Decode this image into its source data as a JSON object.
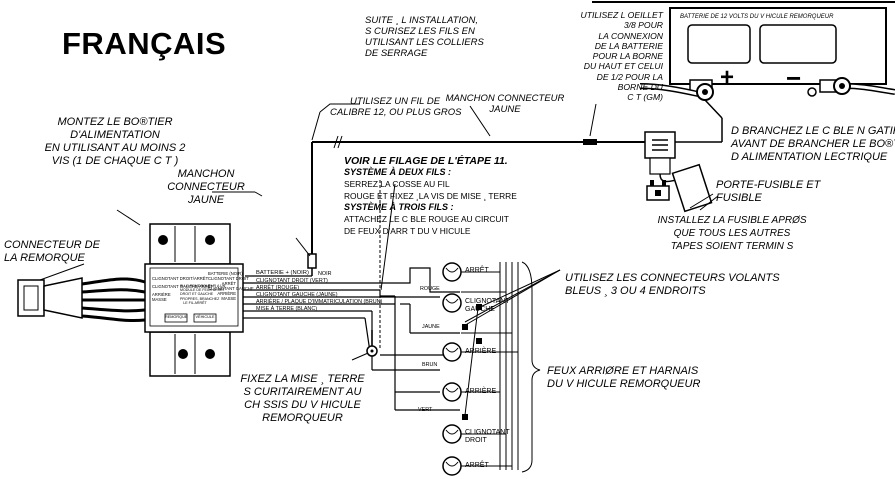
{
  "title": "FRANÇAIS",
  "mount_box": [
    "MONTEZ LE BO®TIER",
    "D'ALIMENTATION",
    "EN UTILISANT AU MOINS 2",
    "VIS (1 DE CHAQUE C T )"
  ],
  "trailer_connector": [
    "CONNECTEUR DE",
    "LA REMORQUE"
  ],
  "yellow_sleeve_left": [
    "MANCHON",
    "CONNECTEUR",
    "JAUNE"
  ],
  "wire_gauge": [
    "UTILISEZ UN FIL DE",
    "CALIBRE 12, OU PLUS GROS"
  ],
  "yellow_sleeve_top": [
    "MANCHON CONNECTEUR",
    "JAUNE"
  ],
  "secure_wires": [
    "SUITE ¸ L INSTALLATION,",
    "S CURISEZ LES FILS EN",
    "UTILISANT LES COLLIERS",
    "DE SERRAGE"
  ],
  "eyelet": [
    "UTILISEZ L OEILLET",
    "3/8 POUR",
    "LA CONNEXION",
    "DE LA BATTERIE",
    "POUR LA BORNE",
    "DU HAUT ET CELUI",
    "DE 1/2  POUR LA",
    "BORNE DU",
    "C T (GM)"
  ],
  "battery_label": "BATTERIE DE 12 VOLTS DU V HICULE REMORQUEUR",
  "battery_plus": "+",
  "battery_minus": "−",
  "disconnect_neg": [
    "D BRANCHEZ LE C BLE N GATIF (-)",
    "AVANT DE BRANCHER LE BO®TIER",
    "D ALIMENTATION  LECTRIQUE"
  ],
  "fuse_holder": [
    "PORTE-FUSIBLE ET",
    "FUSIBLE"
  ],
  "install_fuse": [
    "INSTALLEZ LA FUSIBLE APRØS",
    "QUE TOUS LES AUTRES",
    "TAPES SOIENT TERMIN S"
  ],
  "step11": {
    "heading": "VOIR LE FILAGE DE L'ÉTAPE 11.",
    "two_wire_title": "SYSTÈME À DEUX FILS :",
    "two_wire": [
      "SERREZ LA COSSE AU FIL",
      "ROUGE ET FIXEZ ¸LA VIS DE MISE ¸ TERRE"
    ],
    "three_wire_title": "SYSTÈME À TROIS FILS :",
    "three_wire": [
      "ATTACHEZ LE C BLE ROUGE AU CIRCUIT",
      "DE FEUX D'ARR T DU V HICULE"
    ]
  },
  "blue_connectors": [
    "UTILISEZ LES CONNECTEURS VOLANTS",
    "BLEUS ¸ 3 OU 4 ENDROITS"
  ],
  "rear_lights": [
    "FEUX ARRIØRE ET HARNAIS",
    "DU V HICULE REMORQUEUR"
  ],
  "ground": [
    "FIXEZ LA MISE ¸ TERRE",
    "S CURITAIREMENT AU",
    "CH SSIS DU V HICULE",
    "REMORQUEUR"
  ],
  "wire_labels": {
    "battery": "BATTERIE + (NOIR)",
    "noir": "NOIR",
    "right_turn": "CLIGNOTANT DROIT (VERT)",
    "stop": "ARRÊT (ROUGE)",
    "left_turn": "CLIGNOTANT GAUCHE (JAUNE)",
    "tail": "ARRIÈRE / PLAQUE D'IMMATRICULATION (BRUN)",
    "ground": "MISE À TERRE (BLANC)",
    "rouge": "ROUGE",
    "jaune": "JAUNE",
    "brun": "BRUN",
    "vert": "VERT"
  },
  "module_labels": {
    "left": [
      "CLIGNOTANT DROIT/ARRÊT",
      "CLIGNOTANT GAUCHE/ARRÊT",
      "ARRIÈRE",
      "MASSE"
    ],
    "right": [
      "BATTERIE (NOIR)",
      "CLIGNOTANT DROIT",
      "ARRÊT",
      "CLIGNOTANT GAUCHE",
      "ARRIÈRE",
      "MASSE"
    ],
    "center": [
      "SI LE REMORQUEUR A UN",
      "MODULE DE FEUX ARRÊT",
      "DROIT ET GAUCHE",
      "PROPRES, BRANCHEZ",
      "LE FIL ARRÊT"
    ],
    "btn_left": "REMORQUE",
    "btn_right": "VÉHICULE"
  },
  "lamps": [
    "ARRÊT",
    "CLIGNOTANT GAUCHE",
    "ARRIÈRE",
    "ARRIÈRE",
    "CLIGNOTANT DROIT",
    "ARRÊT"
  ]
}
